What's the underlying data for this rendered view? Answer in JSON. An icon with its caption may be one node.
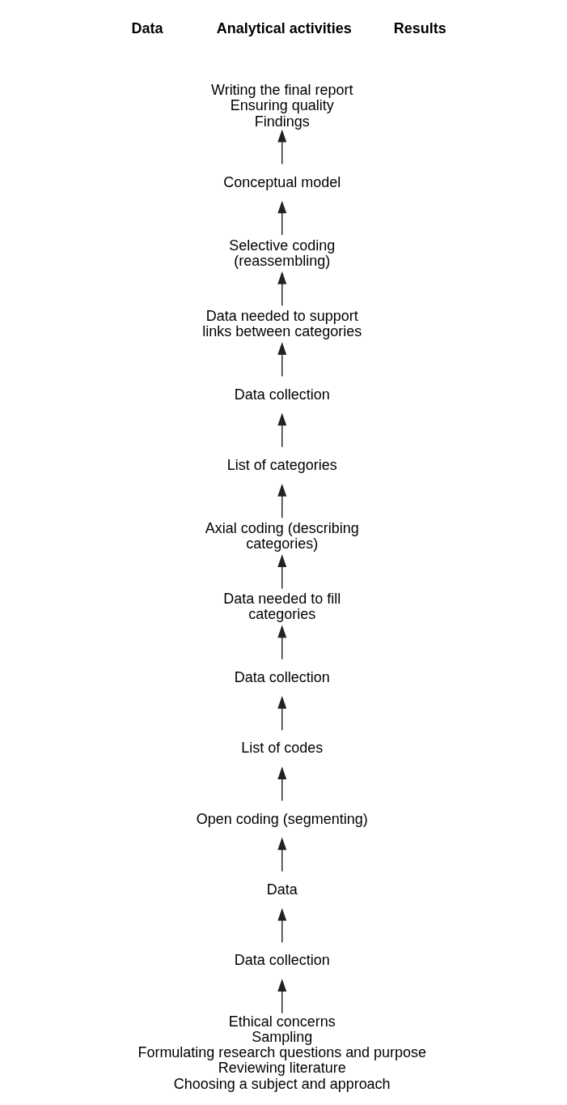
{
  "diagram": {
    "nodes": [
      {
        "text": [
          "Writing the final report",
          "Ensuring quality",
          "Findings"
        ]
      },
      {
        "text": [
          "Conceptual model"
        ]
      },
      {
        "text": [
          "Selective coding (reassembling)"
        ]
      },
      {
        "text": [
          "Data needed to support links between categories"
        ]
      },
      {
        "text": [
          "Data collection"
        ]
      },
      {
        "text": [
          "List of categories"
        ]
      },
      {
        "text": [
          "Axial coding (describing categories)"
        ]
      },
      {
        "text": [
          "Data needed to fill categories"
        ]
      },
      {
        "text": [
          "Data collection"
        ]
      },
      {
        "text": [
          "List of codes"
        ]
      },
      {
        "text": [
          "Open coding (segmenting)"
        ]
      },
      {
        "text": [
          "Data"
        ]
      },
      {
        "text": [
          "Data collection"
        ]
      },
      {
        "text": [
          "Ethical concerns",
          "Sampling",
          "Formulating research questions and purpose",
          "Reviewing literature",
          "Choosing a subject and approach"
        ]
      }
    ],
    "edges": [
      {
        "from": 13,
        "to": 12,
        "arrow": "to"
      },
      {
        "from": 12,
        "to": 11,
        "arrow": "to"
      },
      {
        "from": 11,
        "to": 10,
        "arrow": "to"
      },
      {
        "from": 10,
        "to": 9,
        "arrow": "to"
      },
      {
        "from": 9,
        "to": 8,
        "arrow": "to"
      },
      {
        "from": 8,
        "to": 7,
        "arrow": "to"
      },
      {
        "from": 7,
        "to": 6,
        "arrow": "to"
      },
      {
        "from": 6,
        "to": 5,
        "arrow": "to"
      },
      {
        "from": 5,
        "to": 4,
        "arrow": "to"
      },
      {
        "from": 4,
        "to": 3,
        "arrow": "to"
      },
      {
        "from": 3,
        "to": 2,
        "arrow": "to"
      },
      {
        "from": 2,
        "to": 1,
        "arrow": "to"
      },
      {
        "from": 1,
        "to": 0,
        "arrow": "to"
      }
    ],
    "labels": [
      "Data",
      "Analytical activities",
      "Results"
    ]
  }
}
